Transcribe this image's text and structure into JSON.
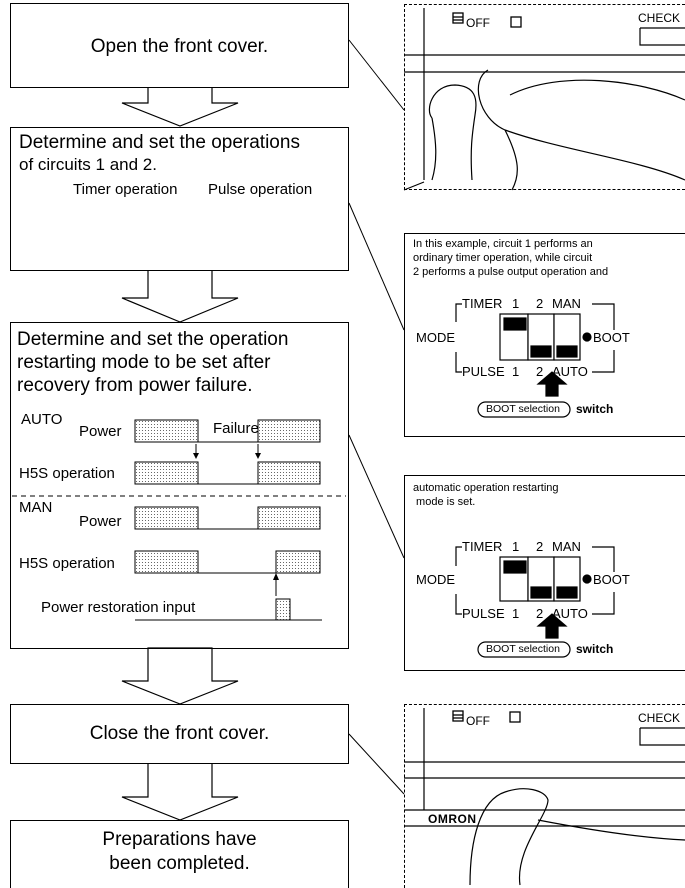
{
  "steps": {
    "open_cover": "Open the front cover.",
    "set_ops_line1": "Determine and set the operations",
    "set_ops_line2": "of circuits 1 and 2.",
    "timer_operation": "Timer operation",
    "pulse_operation": "Pulse operation",
    "restart_line1": "Determine and set the operation",
    "restart_line2": "restarting mode to be set after",
    "restart_line3": "recovery from power failure.",
    "auto": "AUTO",
    "power": "Power",
    "failure": "Failure",
    "h5s_operation": "H5S operation",
    "man": "MAN",
    "power_restoration_input": "Power restoration input",
    "close_cover": "Close the front cover.",
    "completed_line1": "Preparations have",
    "completed_line2": "been completed."
  },
  "panel": {
    "off": "OFF",
    "check": "CHECK",
    "omron": "OMRON"
  },
  "note1": {
    "line1": "In this example, circuit 1 performs an",
    "line2": "ordinary timer operation, while circuit",
    "line3": "2 performs a pulse output operation and"
  },
  "note2": {
    "line1": "automatic operation restarting",
    "line2": " mode is set."
  },
  "dip": {
    "timer": "TIMER",
    "one": "1",
    "two": "2",
    "man": "MAN",
    "mode": "MODE",
    "boot": "BOOT",
    "pulse": "PULSE",
    "auto": "AUTO",
    "boot_selection": "BOOT selection",
    "switch": "switch"
  }
}
